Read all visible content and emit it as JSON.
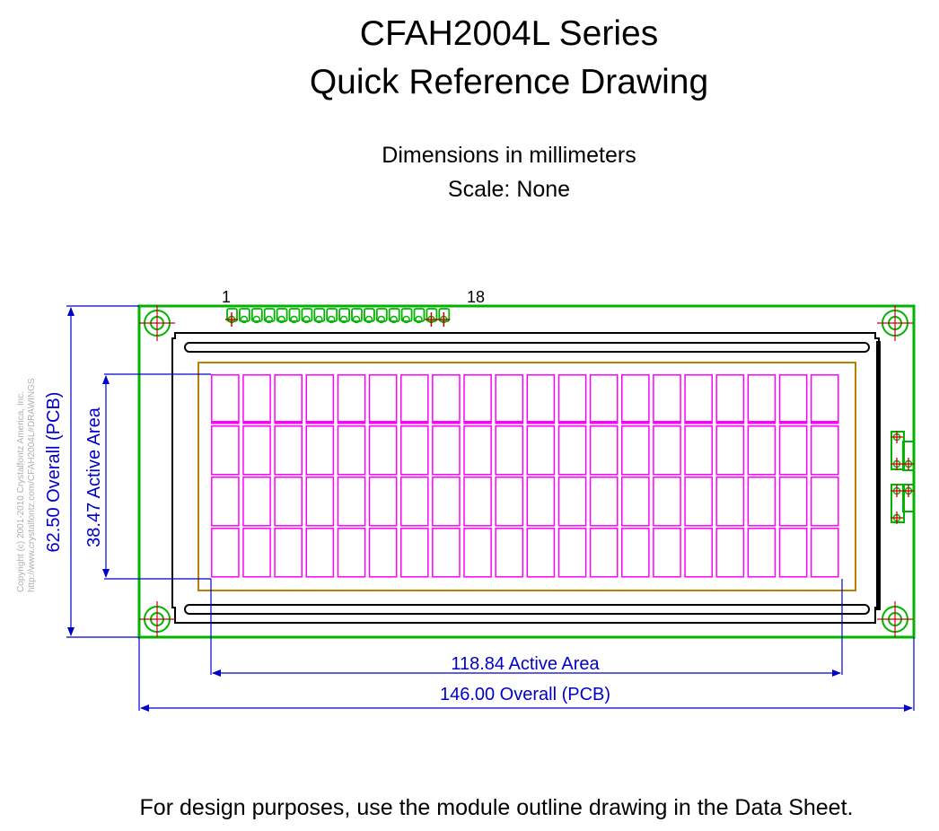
{
  "title": {
    "line1": "CFAH2004L Series",
    "line2": "Quick Reference Drawing"
  },
  "subtitle": {
    "units": "Dimensions in millimeters",
    "scale": "Scale: None"
  },
  "copyright": {
    "line1": "Copyright (c) 2001-2010 Crystalfontz America, Inc.",
    "line2": "http://www.crystalfontz.com/CFAH2004L#DRAWINGS"
  },
  "pins": {
    "first": "1",
    "last": "18"
  },
  "dimensions": {
    "height_overall": "62.50 Overall (PCB)",
    "height_active": "38.47 Active Area",
    "width_active": "118.84 Active Area",
    "width_overall": "146.00 Overall (PCB)"
  },
  "display": {
    "rows": 4,
    "columns": 20
  },
  "colors": {
    "pcb": "#00b400",
    "dimension": "#0000c8",
    "active_area": "#ff00ff",
    "bezel_inner": "#b48200",
    "mount_mark": "#cc0000"
  },
  "footer": "For design purposes, use the module outline drawing in the Data Sheet."
}
